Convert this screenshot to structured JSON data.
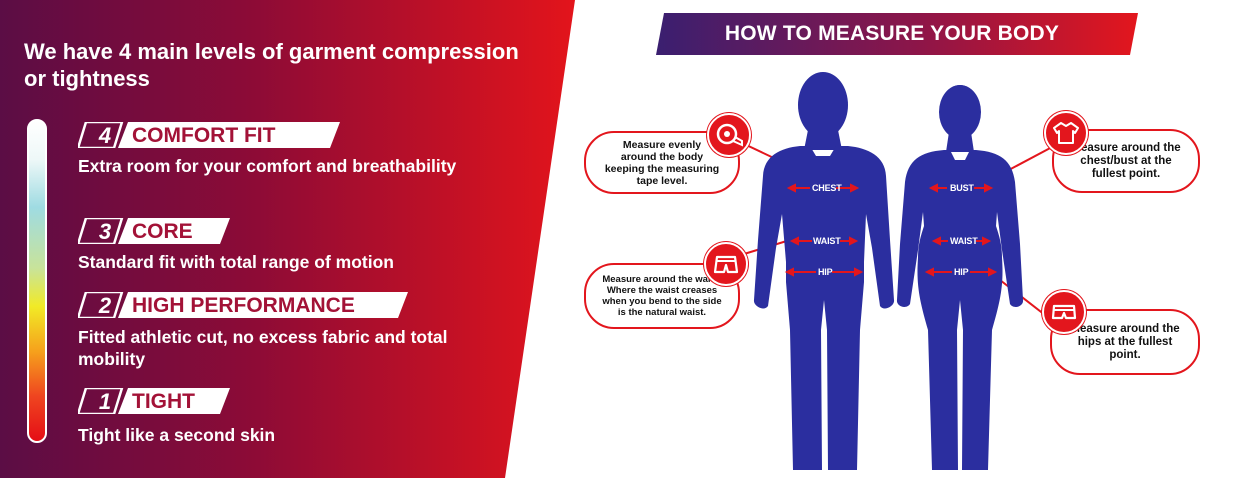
{
  "left_panel": {
    "title": "We have 4 main levels of garment compression or tightness",
    "levels": [
      {
        "number": "4",
        "name": "COMFORT FIT",
        "description": "Extra room for your comfort and breathability"
      },
      {
        "number": "3",
        "name": "CORE",
        "description": "Standard fit with total range of motion"
      },
      {
        "number": "2",
        "name": "HIGH PERFORMANCE",
        "description": "Fitted athletic cut, no excess fabric and total mobility"
      },
      {
        "number": "1",
        "name": "TIGHT",
        "description": "Tight like a second skin"
      }
    ]
  },
  "right_panel": {
    "header": "HOW TO MEASURE YOUR BODY",
    "male_labels": {
      "chest": "CHEST",
      "waist": "WAIST",
      "hip": "HIP"
    },
    "female_labels": {
      "bust": "BUST",
      "waist": "WAIST",
      "hip": "HIP"
    },
    "callouts": {
      "chest": "Measure evenly around the body keeping the measuring tape level.",
      "waist": "Measure around the waist. Where the waist creases when you bend to the side is the natural waist.",
      "bust": "Measure around the chest/bust at the fullest point.",
      "hips": "Measure around the hips at the fullest point."
    },
    "icons": [
      "measuring-tape-icon",
      "shorts-icon",
      "shirt-icon",
      "hips-icon"
    ]
  },
  "colors": {
    "gradient_left": "#5c0e43",
    "gradient_right": "#e3141b",
    "accent_red": "#e3161d",
    "figure_blue": "#2b2e9f",
    "banner_text": "#a31237",
    "header_banner_left": "#3a1e6e",
    "header_banner_right": "#e0151d"
  }
}
